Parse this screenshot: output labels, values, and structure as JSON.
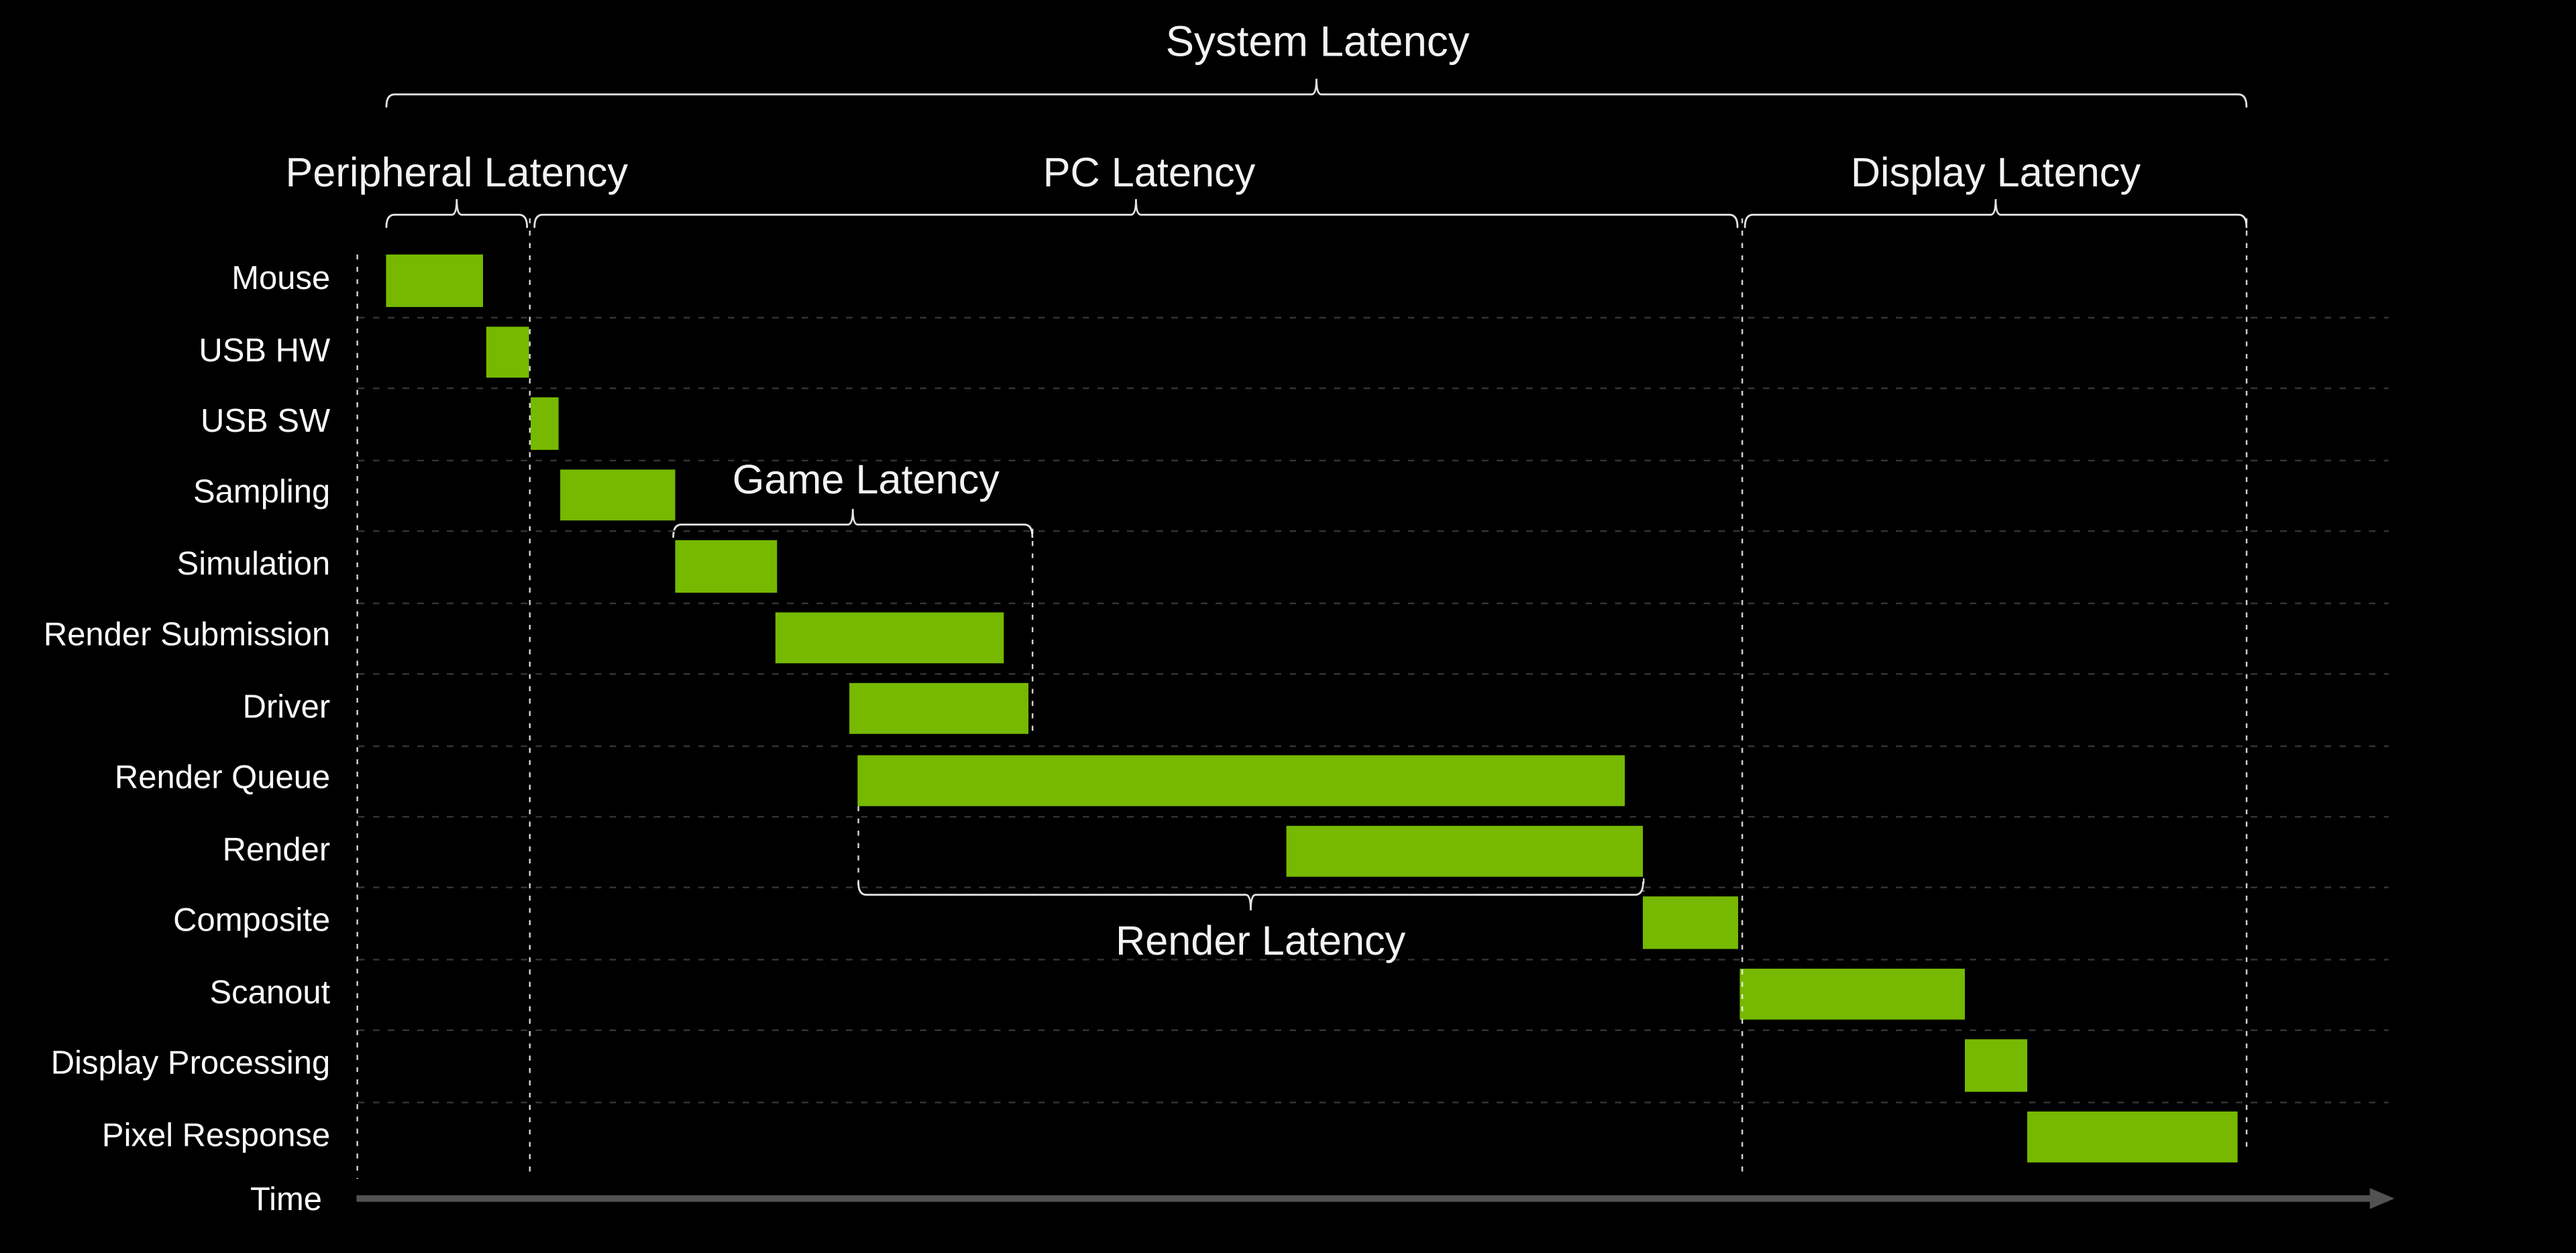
{
  "title": "System Latency",
  "colors": {
    "background": "#000000",
    "bar_green": "#76B900",
    "bracket_line": "#e2e2e2",
    "row_separator": "#343434",
    "guide_line": "#ffffff",
    "time_axis": "#525252",
    "text": "#f2f2f2"
  },
  "chart_data": {
    "type": "gantt",
    "title": "System Latency",
    "x_axis": {
      "label": "Time",
      "units": "percent of total system-latency span (axis has no numeric ticks)",
      "range": [
        0,
        100
      ]
    },
    "grid": "dashed horizontal separators between rows; dashed vertical guides at latency-stage boundaries",
    "rows": [
      {
        "label": "Mouse",
        "start": 0.0,
        "end": 5.2
      },
      {
        "label": "USB HW",
        "start": 5.4,
        "end": 7.7
      },
      {
        "label": "USB SW",
        "start": 7.8,
        "end": 9.3
      },
      {
        "label": "Sampling",
        "start": 9.4,
        "end": 15.6
      },
      {
        "label": "Simulation",
        "start": 15.6,
        "end": 21.1
      },
      {
        "label": "Render Submission",
        "start": 21.0,
        "end": 33.4
      },
      {
        "label": "Driver",
        "start": 25.0,
        "end": 34.7
      },
      {
        "label": "Render Queue",
        "start": 25.5,
        "end": 66.9
      },
      {
        "label": "Render",
        "start": 48.6,
        "end": 67.9
      },
      {
        "label": "Composite",
        "start": 67.9,
        "end": 73.0
      },
      {
        "label": "Scanout",
        "start": 73.1,
        "end": 85.3
      },
      {
        "label": "Display Processing",
        "start": 85.3,
        "end": 88.7
      },
      {
        "label": "Pixel Response",
        "start": 88.7,
        "end": 100.0
      }
    ],
    "time_row_label": "Time",
    "sections": [
      {
        "id": "system",
        "label": "System Latency",
        "level": "top",
        "start": 0.0,
        "end": 100.5
      },
      {
        "id": "peripheral",
        "label": "Peripheral Latency",
        "level": "mid",
        "start": 0.0,
        "end": 7.6
      },
      {
        "id": "pc",
        "label": "PC Latency",
        "level": "mid",
        "start": 8.0,
        "end": 73.0
      },
      {
        "id": "display",
        "label": "Display Latency",
        "level": "mid",
        "start": 73.4,
        "end": 100.5
      },
      {
        "id": "game",
        "label": "Game Latency",
        "level": "game",
        "start": 15.5,
        "end": 34.9
      },
      {
        "id": "render",
        "label": "Render Latency",
        "level": "render",
        "start": 25.5,
        "end": 67.9
      }
    ],
    "guides": [
      {
        "id": "chart-start",
        "x": -1.6,
        "from": "rows_top",
        "to": "axis"
      },
      {
        "id": "peripheral-end",
        "x": 7.7,
        "from": "mid_bracket",
        "to": "axis"
      },
      {
        "id": "pc-end",
        "x": 73.2,
        "from": "mid_bracket",
        "to": "axis"
      },
      {
        "id": "display-end",
        "x": 100.5,
        "from": "mid_bracket",
        "to": "pixel_response_bottom"
      },
      {
        "id": "game-end",
        "x": 34.9,
        "from": "game_bracket",
        "to": "driver_bottom"
      },
      {
        "id": "render-start",
        "x": 25.5,
        "from": "render_queue_bottom",
        "to": "render_bracket"
      },
      {
        "id": "render-end",
        "x": 67.9,
        "from": "render_bottom",
        "to": "render_bracket"
      }
    ],
    "legend": null
  }
}
